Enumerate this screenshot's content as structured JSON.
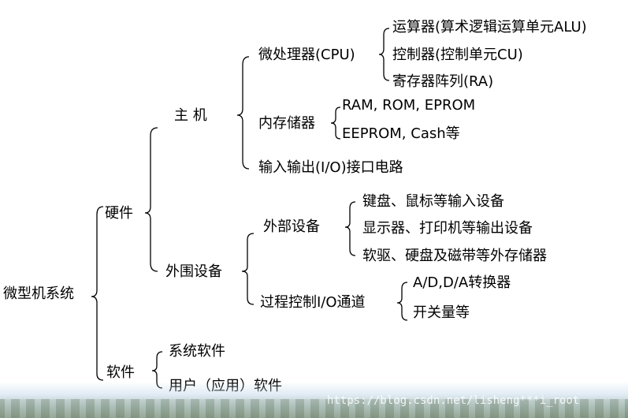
{
  "root": "微型机系统",
  "hardware": {
    "label": "硬件",
    "host": {
      "label": "主  机",
      "cpu": {
        "label": "微处理器(CPU)",
        "items": [
          "运算器(算术逻辑运算单元ALU)",
          "控制器(控制单元CU)",
          "寄存器阵列(RA)"
        ]
      },
      "memory": {
        "label": "内存储器",
        "items": [
          "RAM, ROM, EPROM",
          "EEPROM, Cash等"
        ]
      },
      "io": "输入输出(I/O)接口电路"
    },
    "peripheral": {
      "label": "外围设备",
      "external": {
        "label": "外部设备",
        "items": [
          "键盘、鼠标等输入设备",
          "显示器、打印机等输出设备",
          "软驱、硬盘及磁带等外存储器"
        ]
      },
      "channel": {
        "label": "过程控制I/O通道",
        "items": [
          "A/D,D/A转换器",
          "开关量等"
        ]
      }
    }
  },
  "software": {
    "label": "软件",
    "items": [
      "系统软件",
      "用户（应用）软件"
    ]
  },
  "watermark": "https://blog.csdn.net/lisheng***i_root"
}
